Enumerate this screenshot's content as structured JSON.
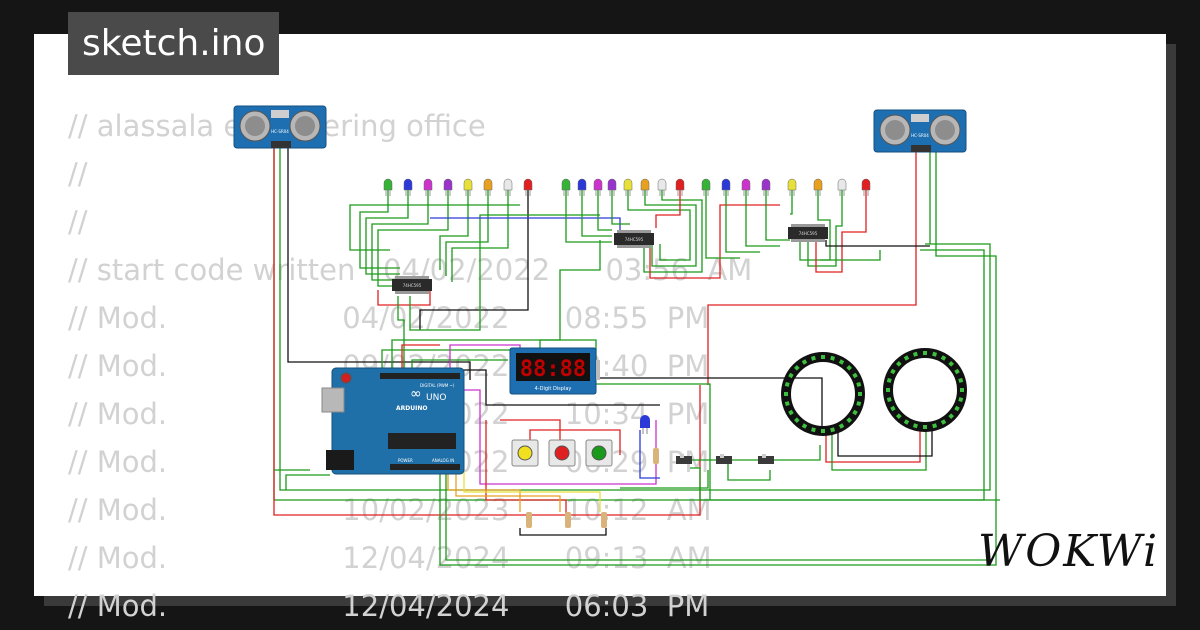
{
  "tab": {
    "title": "sketch.ino"
  },
  "code_lines": [
    "// alassala engineering office",
    "//",
    "//",
    "// start code written   04/02/2022      03:56  AM",
    "// Mod.                   04/02/2022      08:55  PM",
    "// Mod.                   09/02/2022      03:40  PM",
    "// Mod.                   09/02/2022      10:34  PM",
    "// Mod.                   10/02/2022      06:29  PM",
    "// Mod.                   10/02/2023      10:12  AM",
    "// Mod.                   12/04/2024      09:13  AM",
    "// Mod.                   12/04/2024      06:03  PM"
  ],
  "board": {
    "brand": "ARDUINO",
    "model": "UNO",
    "label_digital": "DIGITAL (PWM ~)",
    "label_power": "POWER",
    "label_analog": "ANALOG IN"
  },
  "display": {
    "digits": "88:88",
    "caption": "4-Digit Display"
  },
  "sensors": {
    "label": "HC-SR04"
  },
  "shift_registers": {
    "label": "74HC595"
  },
  "logo": {
    "text": "WOKWi"
  },
  "colors": {
    "background": "#151515",
    "tab": "#4a4a4a",
    "board": "#1f6fa8",
    "wire_green": "#1a9a1a",
    "wire_red": "#e02020",
    "wire_black": "#111111"
  },
  "led_colors": [
    "#36b336",
    "#2a39d8",
    "#cc33cc",
    "#9933cc",
    "#e8e03a",
    "#e8a020",
    "#e8e8e8",
    "#e02020"
  ]
}
